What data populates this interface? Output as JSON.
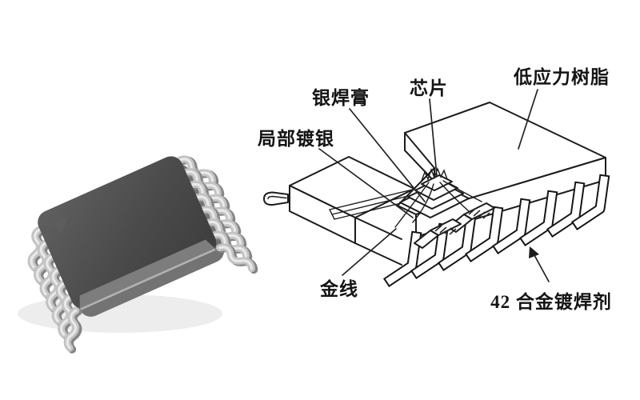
{
  "figure": {
    "kind": "ic-package-structure-figure",
    "labels": {
      "silver_solder_paste": "银焊膏",
      "die": "芯片",
      "low_stress_resin": "低应力树脂",
      "partial_silver_plating": "局部镀银",
      "gold_wire": "金线",
      "alloy_42_solder_plating": "42 合金镀焊剂"
    },
    "colors": {
      "background": "#ffffff",
      "line_art": "#1c1c1c",
      "chip_body": "#474747",
      "chip_bevel": "#7d7d7d",
      "lead_metal": "#c3c3c3"
    }
  }
}
